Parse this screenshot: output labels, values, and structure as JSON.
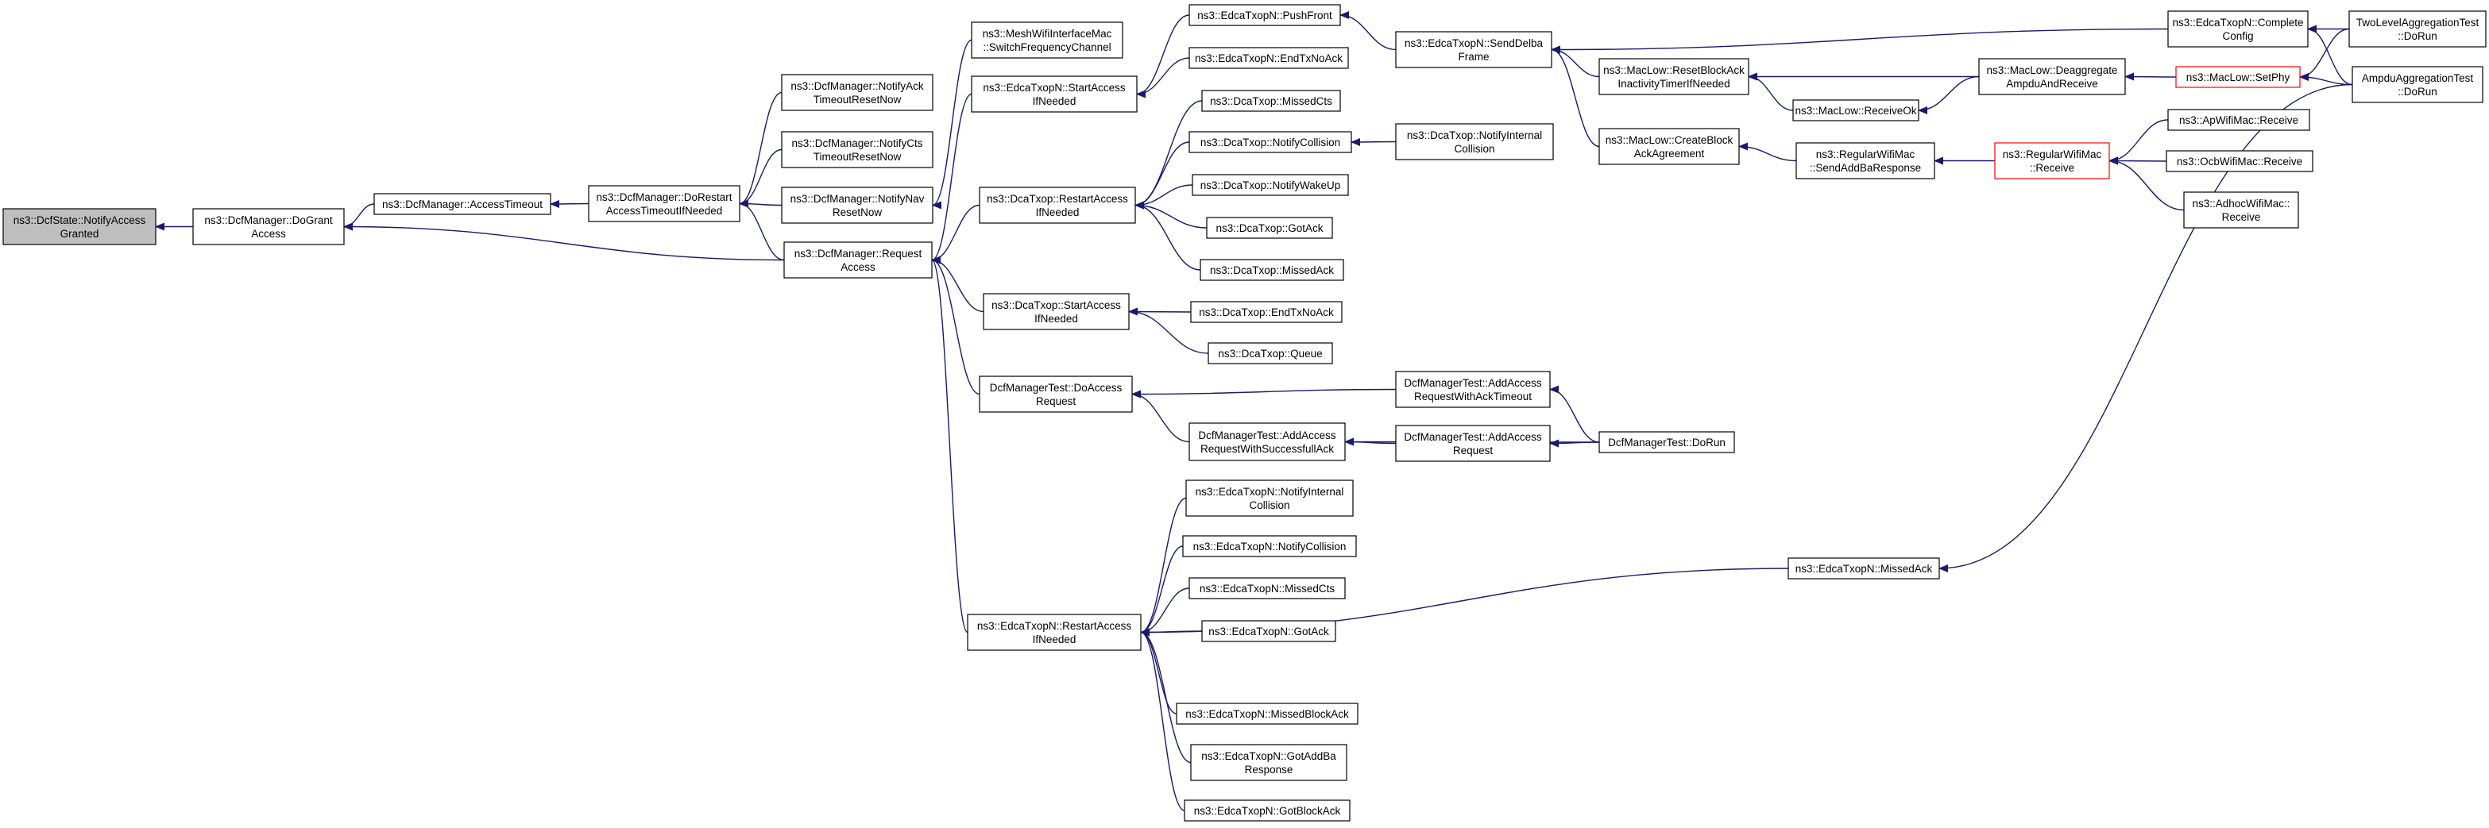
{
  "colors": {
    "edge": "#191970",
    "node_border": "#000000",
    "node_fill": "#ffffff",
    "root_fill": "#bfbfbf",
    "highlight_border": "#ff0000"
  },
  "nodes": [
    {
      "id": "dcfstate_notifyaccessgranted",
      "lines": [
        "ns3::DcfState::NotifyAccess",
        "Granted"
      ],
      "kind": "root"
    },
    {
      "id": "dcfmanager_dogrant",
      "lines": [
        "ns3::DcfManager::DoGrant",
        "Access"
      ]
    },
    {
      "id": "dcfmanager_accesstimeout",
      "lines": [
        "ns3::DcfManager::AccessTimeout"
      ]
    },
    {
      "id": "dcfmanager_dorestart",
      "lines": [
        "ns3::DcfManager::DoRestart",
        "AccessTimeoutIfNeeded"
      ]
    },
    {
      "id": "dcfmanager_notifyack",
      "lines": [
        "ns3::DcfManager::NotifyAck",
        "TimeoutResetNow"
      ]
    },
    {
      "id": "dcfmanager_notifycts",
      "lines": [
        "ns3::DcfManager::NotifyCts",
        "TimeoutResetNow"
      ]
    },
    {
      "id": "dcfmanager_notifynav",
      "lines": [
        "ns3::DcfManager::NotifyNav",
        "ResetNow"
      ]
    },
    {
      "id": "dcfmanager_requestaccess",
      "lines": [
        "ns3::DcfManager::Request",
        "Access"
      ]
    },
    {
      "id": "meshwifi_switchfreq",
      "lines": [
        "ns3::MeshWifiInterfaceMac",
        "::SwitchFrequencyChannel"
      ]
    },
    {
      "id": "edcatxopn_startaccess",
      "lines": [
        "ns3::EdcaTxopN::StartAccess",
        "IfNeeded"
      ]
    },
    {
      "id": "dcatxop_restartaccess",
      "lines": [
        "ns3::DcaTxop::RestartAccess",
        "IfNeeded"
      ]
    },
    {
      "id": "dcatxop_startaccess",
      "lines": [
        "ns3::DcaTxop::StartAccess",
        "IfNeeded"
      ]
    },
    {
      "id": "dcfmanagertest_doaccess",
      "lines": [
        "DcfManagerTest::DoAccess",
        "Request"
      ]
    },
    {
      "id": "edcatxopn_restartaccess",
      "lines": [
        "ns3::EdcaTxopN::RestartAccess",
        "IfNeeded"
      ]
    },
    {
      "id": "edcatxopn_pushfront",
      "lines": [
        "ns3::EdcaTxopN::PushFront"
      ]
    },
    {
      "id": "edcatxopn_endtxnoack",
      "lines": [
        "ns3::EdcaTxopN::EndTxNoAck"
      ]
    },
    {
      "id": "dcatxop_missedcts",
      "lines": [
        "ns3::DcaTxop::MissedCts"
      ]
    },
    {
      "id": "dcatxop_notifycollision",
      "lines": [
        "ns3::DcaTxop::NotifyCollision"
      ]
    },
    {
      "id": "dcatxop_notifywakeup",
      "lines": [
        "ns3::DcaTxop::NotifyWakeUp"
      ]
    },
    {
      "id": "dcatxop_gotack",
      "lines": [
        "ns3::DcaTxop::GotAck"
      ]
    },
    {
      "id": "dcatxop_missedack",
      "lines": [
        "ns3::DcaTxop::MissedAck"
      ]
    },
    {
      "id": "dcatxop_endtxnoack",
      "lines": [
        "ns3::DcaTxop::EndTxNoAck"
      ]
    },
    {
      "id": "dcatxop_queue",
      "lines": [
        "ns3::DcaTxop::Queue"
      ]
    },
    {
      "id": "dcfmanagertest_addaccessgood",
      "lines": [
        "DcfManagerTest::AddAccess",
        "RequestWithSuccessfullAck"
      ]
    },
    {
      "id": "edcatxopn_notifyinternalcollision",
      "lines": [
        "ns3::EdcaTxopN::NotifyInternal",
        "Collision"
      ]
    },
    {
      "id": "edcatxopn_notifycollision",
      "lines": [
        "ns3::EdcaTxopN::NotifyCollision"
      ]
    },
    {
      "id": "edcatxopn_missedcts",
      "lines": [
        "ns3::EdcaTxopN::MissedCts"
      ]
    },
    {
      "id": "edcatxopn_gotack",
      "lines": [
        "ns3::EdcaTxopN::GotAck"
      ]
    },
    {
      "id": "edcatxopn_missedblockack",
      "lines": [
        "ns3::EdcaTxopN::MissedBlockAck"
      ]
    },
    {
      "id": "edcatxopn_gotaddba",
      "lines": [
        "ns3::EdcaTxopN::GotAddBa",
        "Response"
      ]
    },
    {
      "id": "edcatxopn_gotblockack",
      "lines": [
        "ns3::EdcaTxopN::GotBlockAck"
      ]
    },
    {
      "id": "edcatxopn_senddelba",
      "lines": [
        "ns3::EdcaTxopN::SendDelba",
        "Frame"
      ]
    },
    {
      "id": "dcatxop_notifyinternalcollision",
      "lines": [
        "ns3::DcaTxop::NotifyInternal",
        "Collision"
      ]
    },
    {
      "id": "dcfmanagertest_addaccesstimeout",
      "lines": [
        "DcfManagerTest::AddAccess",
        "RequestWithAckTimeout"
      ]
    },
    {
      "id": "dcfmanagertest_addaccessrequest",
      "lines": [
        "DcfManagerTest::AddAccess",
        "Request"
      ]
    },
    {
      "id": "maclow_resetblockack",
      "lines": [
        "ns3::MacLow::ResetBlockAck",
        "InactivityTimerIfNeeded"
      ]
    },
    {
      "id": "maclow_createblockack",
      "lines": [
        "ns3::MacLow::CreateBlock",
        "AckAgreement"
      ]
    },
    {
      "id": "dcfmanagertest_dorun",
      "lines": [
        "DcfManagerTest::DoRun"
      ]
    },
    {
      "id": "maclow_receiveok",
      "lines": [
        "ns3::MacLow::ReceiveOk"
      ]
    },
    {
      "id": "regularwifimac_sendaddba",
      "lines": [
        "ns3::RegularWifiMac",
        "::SendAddBaResponse"
      ]
    },
    {
      "id": "edcatxopn_missedack",
      "lines": [
        "ns3::EdcaTxopN::MissedAck"
      ]
    },
    {
      "id": "maclow_deaggregate",
      "lines": [
        "ns3::MacLow::Deaggregate",
        "AmpduAndReceive"
      ]
    },
    {
      "id": "regularwifimac_receive",
      "lines": [
        "ns3::RegularWifiMac",
        "::Receive"
      ],
      "kind": "highlight"
    },
    {
      "id": "edcatxopn_completeconfig",
      "lines": [
        "ns3::EdcaTxopN::Complete",
        "Config"
      ]
    },
    {
      "id": "maclow_setphy",
      "lines": [
        "ns3::MacLow::SetPhy"
      ],
      "kind": "highlight"
    },
    {
      "id": "apwifimac_receive",
      "lines": [
        "ns3::ApWifiMac::Receive"
      ]
    },
    {
      "id": "ocbwifimac_receive",
      "lines": [
        "ns3::OcbWifiMac::Receive"
      ]
    },
    {
      "id": "adhocwifimac_receive",
      "lines": [
        "ns3::AdhocWifiMac::",
        "Receive"
      ]
    },
    {
      "id": "twolevelaggregation_dorun",
      "lines": [
        "TwoLevelAggregationTest",
        "::DoRun"
      ]
    },
    {
      "id": "ampduaggregation_dorun",
      "lines": [
        "AmpduAggregationTest",
        "::DoRun"
      ]
    }
  ],
  "edges": [
    [
      "dcfstate_notifyaccessgranted",
      "dcfmanager_dogrant"
    ],
    [
      "dcfmanager_dogrant",
      "dcfmanager_accesstimeout"
    ],
    [
      "dcfmanager_dogrant",
      "dcfmanager_requestaccess"
    ],
    [
      "dcfmanager_accesstimeout",
      "dcfmanager_dorestart"
    ],
    [
      "dcfmanager_dorestart",
      "dcfmanager_notifyack"
    ],
    [
      "dcfmanager_dorestart",
      "dcfmanager_notifycts"
    ],
    [
      "dcfmanager_dorestart",
      "dcfmanager_notifynav"
    ],
    [
      "dcfmanager_dorestart",
      "dcfmanager_requestaccess"
    ],
    [
      "dcfmanager_notifynav",
      "meshwifi_switchfreq"
    ],
    [
      "dcfmanager_requestaccess",
      "edcatxopn_startaccess"
    ],
    [
      "dcfmanager_requestaccess",
      "dcatxop_restartaccess"
    ],
    [
      "dcfmanager_requestaccess",
      "dcatxop_startaccess"
    ],
    [
      "dcfmanager_requestaccess",
      "dcfmanagertest_doaccess"
    ],
    [
      "dcfmanager_requestaccess",
      "edcatxopn_restartaccess"
    ],
    [
      "edcatxopn_startaccess",
      "edcatxopn_pushfront"
    ],
    [
      "edcatxopn_startaccess",
      "edcatxopn_endtxnoack"
    ],
    [
      "dcatxop_restartaccess",
      "dcatxop_missedcts"
    ],
    [
      "dcatxop_restartaccess",
      "dcatxop_notifycollision"
    ],
    [
      "dcatxop_restartaccess",
      "dcatxop_notifywakeup"
    ],
    [
      "dcatxop_restartaccess",
      "dcatxop_gotack"
    ],
    [
      "dcatxop_restartaccess",
      "dcatxop_missedack"
    ],
    [
      "dcatxop_notifycollision",
      "dcatxop_notifyinternalcollision"
    ],
    [
      "dcatxop_startaccess",
      "dcatxop_endtxnoack"
    ],
    [
      "dcatxop_startaccess",
      "dcatxop_queue"
    ],
    [
      "dcfmanagertest_doaccess",
      "dcfmanagertest_addaccesstimeout"
    ],
    [
      "dcfmanagertest_doaccess",
      "dcfmanagertest_addaccessgood"
    ],
    [
      "dcfmanagertest_addaccessgood",
      "dcfmanagertest_addaccessrequest"
    ],
    [
      "dcfmanagertest_addaccessgood",
      "dcfmanagertest_dorun"
    ],
    [
      "dcfmanagertest_addaccesstimeout",
      "dcfmanagertest_dorun"
    ],
    [
      "dcfmanagertest_addaccessrequest",
      "dcfmanagertest_dorun"
    ],
    [
      "edcatxopn_restartaccess",
      "edcatxopn_notifyinternalcollision"
    ],
    [
      "edcatxopn_restartaccess",
      "edcatxopn_notifycollision"
    ],
    [
      "edcatxopn_restartaccess",
      "edcatxopn_missedcts"
    ],
    [
      "edcatxopn_restartaccess",
      "edcatxopn_gotack"
    ],
    [
      "edcatxopn_restartaccess",
      "edcatxopn_missedack"
    ],
    [
      "edcatxopn_restartaccess",
      "edcatxopn_missedblockack"
    ],
    [
      "edcatxopn_restartaccess",
      "edcatxopn_gotaddba"
    ],
    [
      "edcatxopn_restartaccess",
      "edcatxopn_gotblockack"
    ],
    [
      "edcatxopn_pushfront",
      "edcatxopn_senddelba"
    ],
    [
      "edcatxopn_senddelba",
      "edcatxopn_completeconfig"
    ],
    [
      "edcatxopn_senddelba",
      "maclow_resetblockack"
    ],
    [
      "edcatxopn_senddelba",
      "maclow_createblockack"
    ],
    [
      "maclow_resetblockack",
      "maclow_deaggregate"
    ],
    [
      "maclow_resetblockack",
      "maclow_receiveok"
    ],
    [
      "maclow_receiveok",
      "maclow_deaggregate"
    ],
    [
      "maclow_createblockack",
      "regularwifimac_sendaddba"
    ],
    [
      "regularwifimac_sendaddba",
      "regularwifimac_receive"
    ],
    [
      "regularwifimac_receive",
      "apwifimac_receive"
    ],
    [
      "regularwifimac_receive",
      "ocbwifimac_receive"
    ],
    [
      "regularwifimac_receive",
      "adhocwifimac_receive"
    ],
    [
      "maclow_deaggregate",
      "maclow_setphy"
    ],
    [
      "maclow_setphy",
      "twolevelaggregation_dorun"
    ],
    [
      "maclow_setphy",
      "ampduaggregation_dorun"
    ],
    [
      "edcatxopn_completeconfig",
      "twolevelaggregation_dorun"
    ],
    [
      "edcatxopn_completeconfig",
      "ampduaggregation_dorun"
    ],
    [
      "edcatxopn_missedack",
      "ampduaggregation_dorun"
    ]
  ]
}
